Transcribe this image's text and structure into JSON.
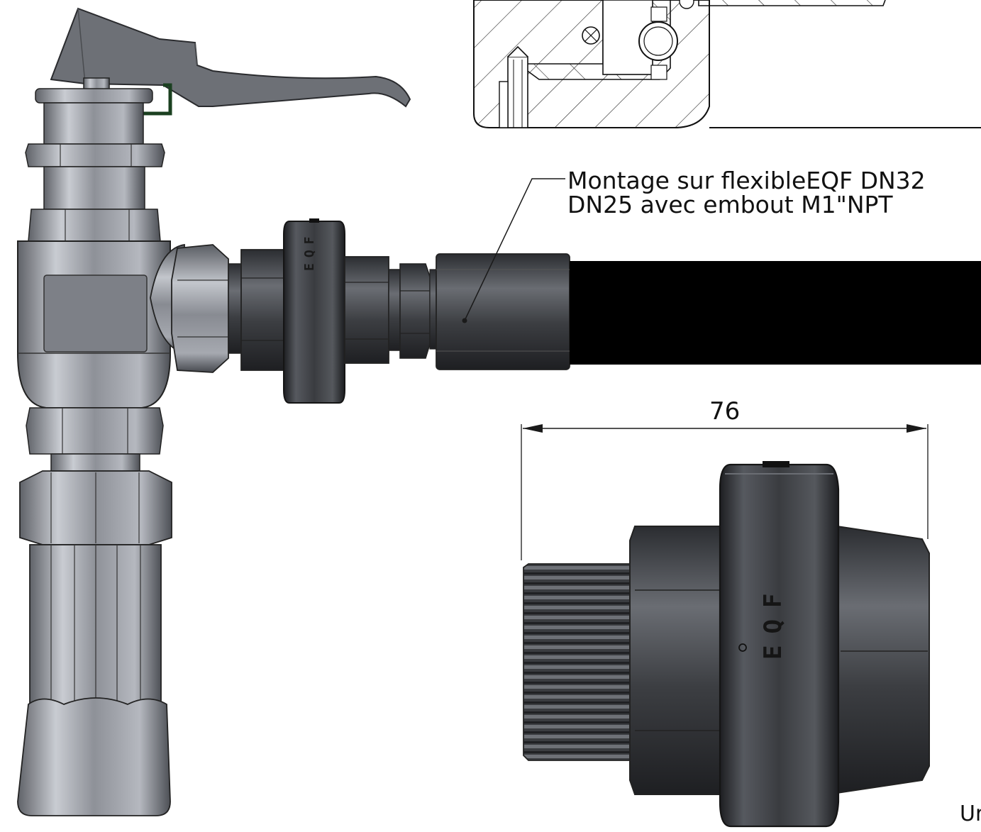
{
  "callout": {
    "line1": "Montage sur flexibleEQF DN32",
    "line2": "DN25 avec embout M1\"NPT"
  },
  "dimension": {
    "value": "76"
  },
  "markings": {
    "brand": "EQF"
  },
  "corner_text": "Ur",
  "colors": {
    "steel_light": "#b9bcc2",
    "steel_mid": "#8d9097",
    "steel_dark": "#55585e",
    "black_hose": "#000000",
    "lever": "#6d7076",
    "outline": "#1a1a1a"
  }
}
